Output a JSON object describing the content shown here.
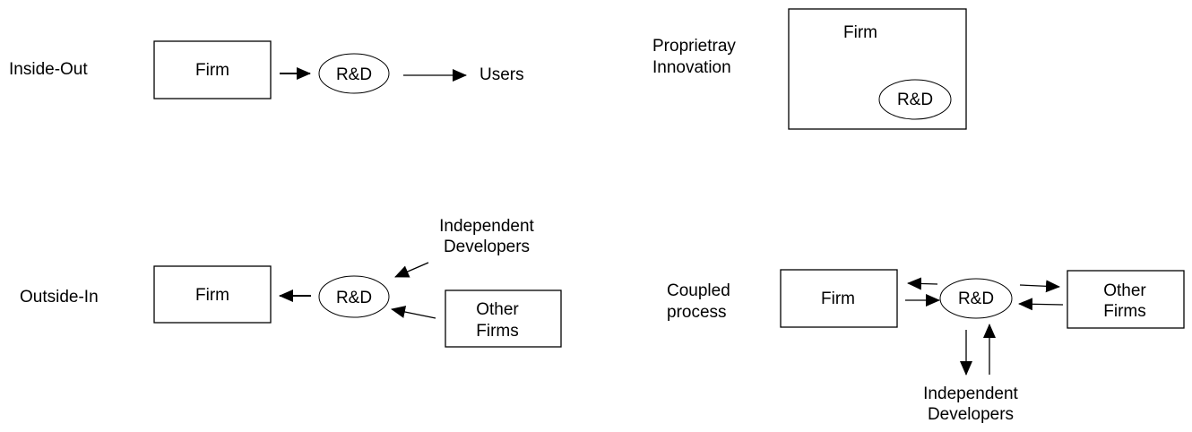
{
  "diagrams": {
    "inside_out": {
      "title": "Inside-Out",
      "firm": "Firm",
      "rd": "R&D",
      "users": "Users"
    },
    "proprietary": {
      "title_line1": "Proprietray",
      "title_line2": "Innovation",
      "firm": "Firm",
      "rd": "R&D"
    },
    "outside_in": {
      "title": "Outside-In",
      "firm": "Firm",
      "rd": "R&D",
      "independent_line1": "Independent",
      "independent_line2": "Developers",
      "other_line1": "Other",
      "other_line2": "Firms"
    },
    "coupled": {
      "title_line1": "Coupled",
      "title_line2": "process",
      "firm": "Firm",
      "rd": "R&D",
      "other_line1": "Other",
      "other_line2": "Firms",
      "independent_line1": "Independent",
      "independent_line2": "Developers"
    }
  }
}
